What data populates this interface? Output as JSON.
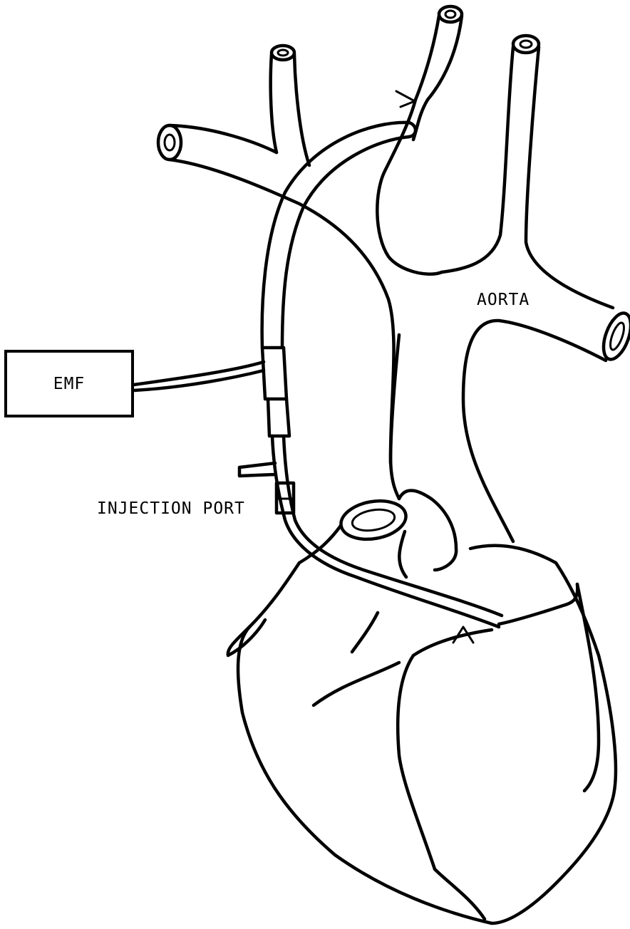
{
  "labels": {
    "emf": "EMF",
    "aorta": "AORTA",
    "injection_port": "INJECTION PORT"
  },
  "colors": {
    "ink": "#000000",
    "paper": "#ffffff"
  }
}
